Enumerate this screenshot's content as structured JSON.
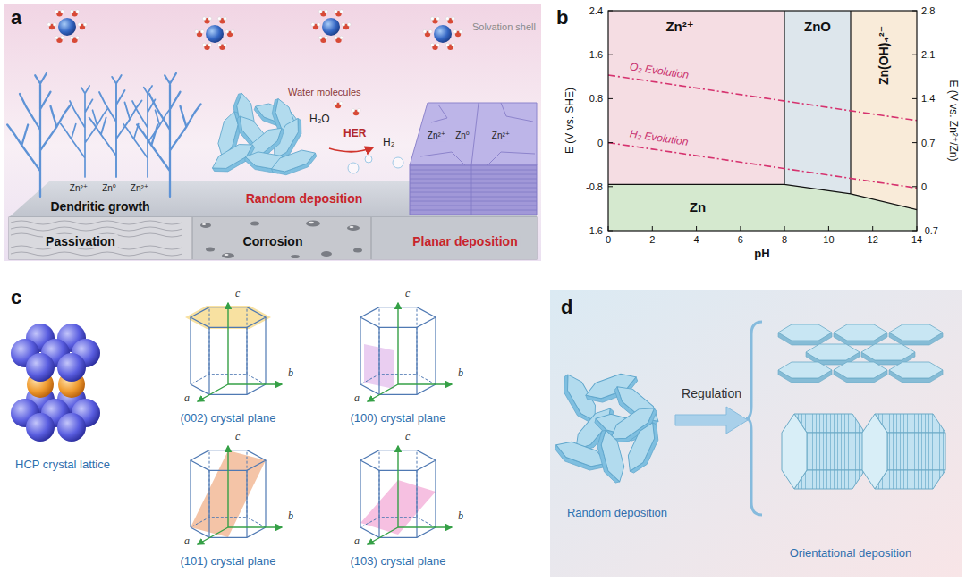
{
  "diagram": {
    "nodes": [
      {
        "text": [
          "d"
        ]
      },
      {
        "text": [
          "Random deposition"
        ],
        "in": 0
      },
      {
        "text": [
          "Orientational deposition"
        ],
        "in": 0
      }
    ],
    "edges": [
      {
        "from": 1,
        "to": 2,
        "arrow": "to",
        "label": "Regulation"
      }
    ],
    "labels": [
      "a",
      "Solvation shell",
      "Water molecules",
      "H₂O",
      "HER",
      "H₂",
      "Zn²⁺",
      "Zn⁰",
      "Zn²⁺",
      "Dendritic growth",
      "Random deposition",
      "Zn²⁺",
      "Zn⁰",
      "Zn²⁺",
      "Passivation",
      "Corrosion",
      "Planar deposition",
      "b",
      "Zn²⁺",
      "ZnO",
      "Zn(OH)₄²⁻",
      "Zn",
      "O₂ Evolution",
      "H₂ Evolution",
      "E (V vs. SHE)",
      "E (V vs. Zn²⁺/Zn)",
      "pH",
      "2.4",
      "1.6",
      "0.8",
      "0",
      "-0.8",
      "-1.6",
      "2.8",
      "2.1",
      "1.4",
      "0.7",
      "0",
      "-0.7",
      "0",
      "2",
      "4",
      "6",
      "8",
      "10",
      "12",
      "14",
      "c",
      "HCP crystal lattice",
      "(002) crystal plane",
      "(100) crystal plane",
      "(101) crystal plane",
      "(103) crystal plane",
      "c",
      "a",
      "b",
      "c",
      "a",
      "b",
      "c",
      "a",
      "b",
      "c",
      "a",
      "b"
    ]
  }
}
